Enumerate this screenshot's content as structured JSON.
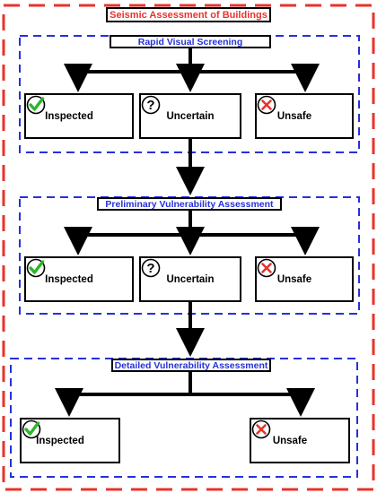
{
  "title": "Seismic Assessment of Buildings",
  "colors": {
    "outer_dash": "#e8332b",
    "stage_dash": "#2531d9",
    "check": "#2db52b",
    "cross": "#e8332b",
    "line": "#000000"
  },
  "stages": [
    {
      "title": "Rapid Visual Screening",
      "outcomes": [
        {
          "label": "Inspected",
          "icon": "check-icon"
        },
        {
          "label": "Uncertain",
          "icon": "question-icon"
        },
        {
          "label": "Unsafe",
          "icon": "cross-icon"
        }
      ]
    },
    {
      "title": "Preliminary Vulnerability Assessment",
      "outcomes": [
        {
          "label": "Inspected",
          "icon": "check-icon"
        },
        {
          "label": "Uncertain",
          "icon": "question-icon"
        },
        {
          "label": "Unsafe",
          "icon": "cross-icon"
        }
      ]
    },
    {
      "title": "Detailed Vulnerability Assessment",
      "outcomes": [
        {
          "label": "Inspected",
          "icon": "check-icon"
        },
        {
          "label": "Unsafe",
          "icon": "cross-icon"
        }
      ]
    }
  ]
}
